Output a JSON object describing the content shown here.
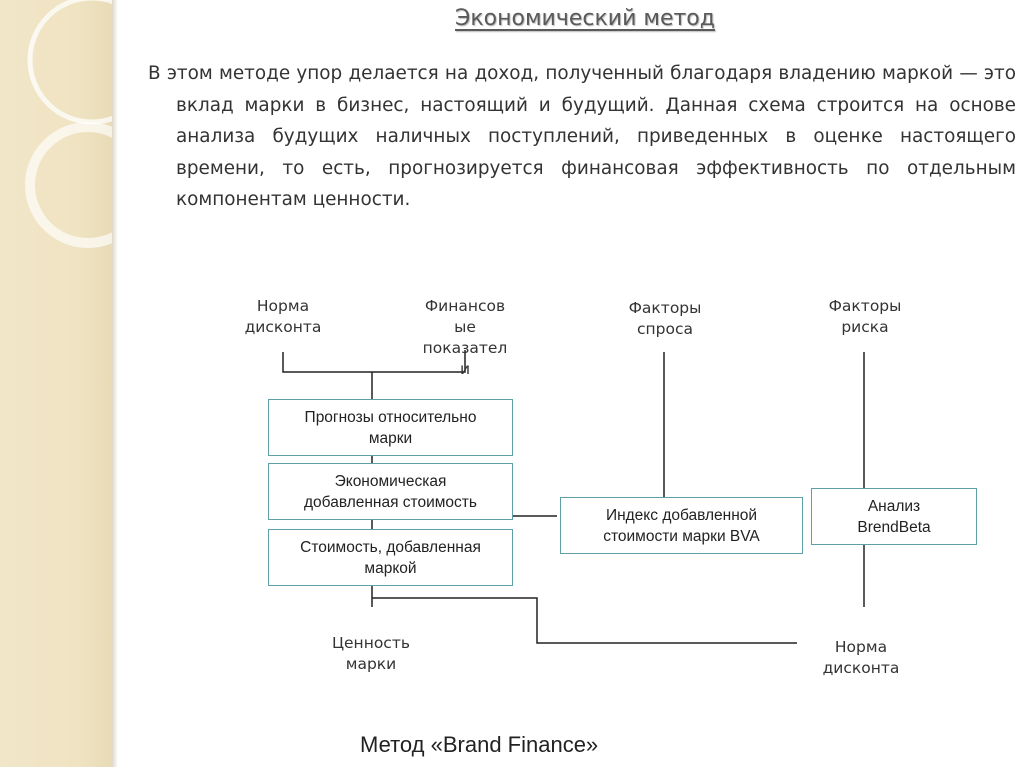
{
  "slide": {
    "title": "Экономический метод",
    "paragraph": "В этом методе упор делается на доход, полученный благодаря владению маркой — это вклад марки в бизнес, настоящий и будущий. Данная схема строится на основе анализа будущих наличных поступлений, приведенных в оценке настоящего времени, то есть, прогнозируется финансовая эффективность по отдельным компонентам ценности.",
    "caption": "Метод «Brand Finance»"
  },
  "diagram": {
    "top_labels": {
      "discount_rate": "Норма\nдисконта",
      "financials": "Финансов\nые\nпоказател\nи",
      "demand_factors": "Факторы\nспроса",
      "risk_factors": "Факторы\nриска"
    },
    "boxes": {
      "forecasts": "Прогнозы относительно\nмарки",
      "eva": "Экономическая\nдобавленная стоимость",
      "brand_value_added": "Стоимость, добавленная\nмаркой",
      "bva_index": "Индекс добавленной\nстоимости марки BVA",
      "brandbeta": "Анализ\nBrendBeta"
    },
    "bottom_labels": {
      "brand_value": "Ценность\nмарки",
      "discount_rate_bottom": "Норма\nдисконта"
    }
  },
  "colors": {
    "side_panel": "#efe3c2",
    "box_border": "#5fa0a8",
    "line": "#222222"
  }
}
